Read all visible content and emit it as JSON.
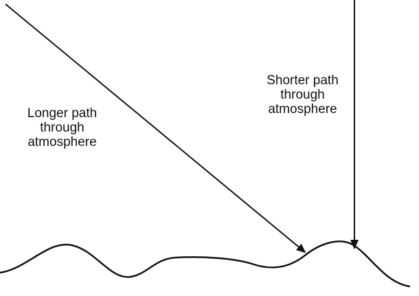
{
  "labels": {
    "longer": [
      "Longer path",
      "through",
      "atmosphere"
    ],
    "shorter": [
      "Shorter path",
      "through",
      "atmosphere"
    ]
  },
  "colors": {
    "stroke": "#111111",
    "background": "#ffffff"
  }
}
